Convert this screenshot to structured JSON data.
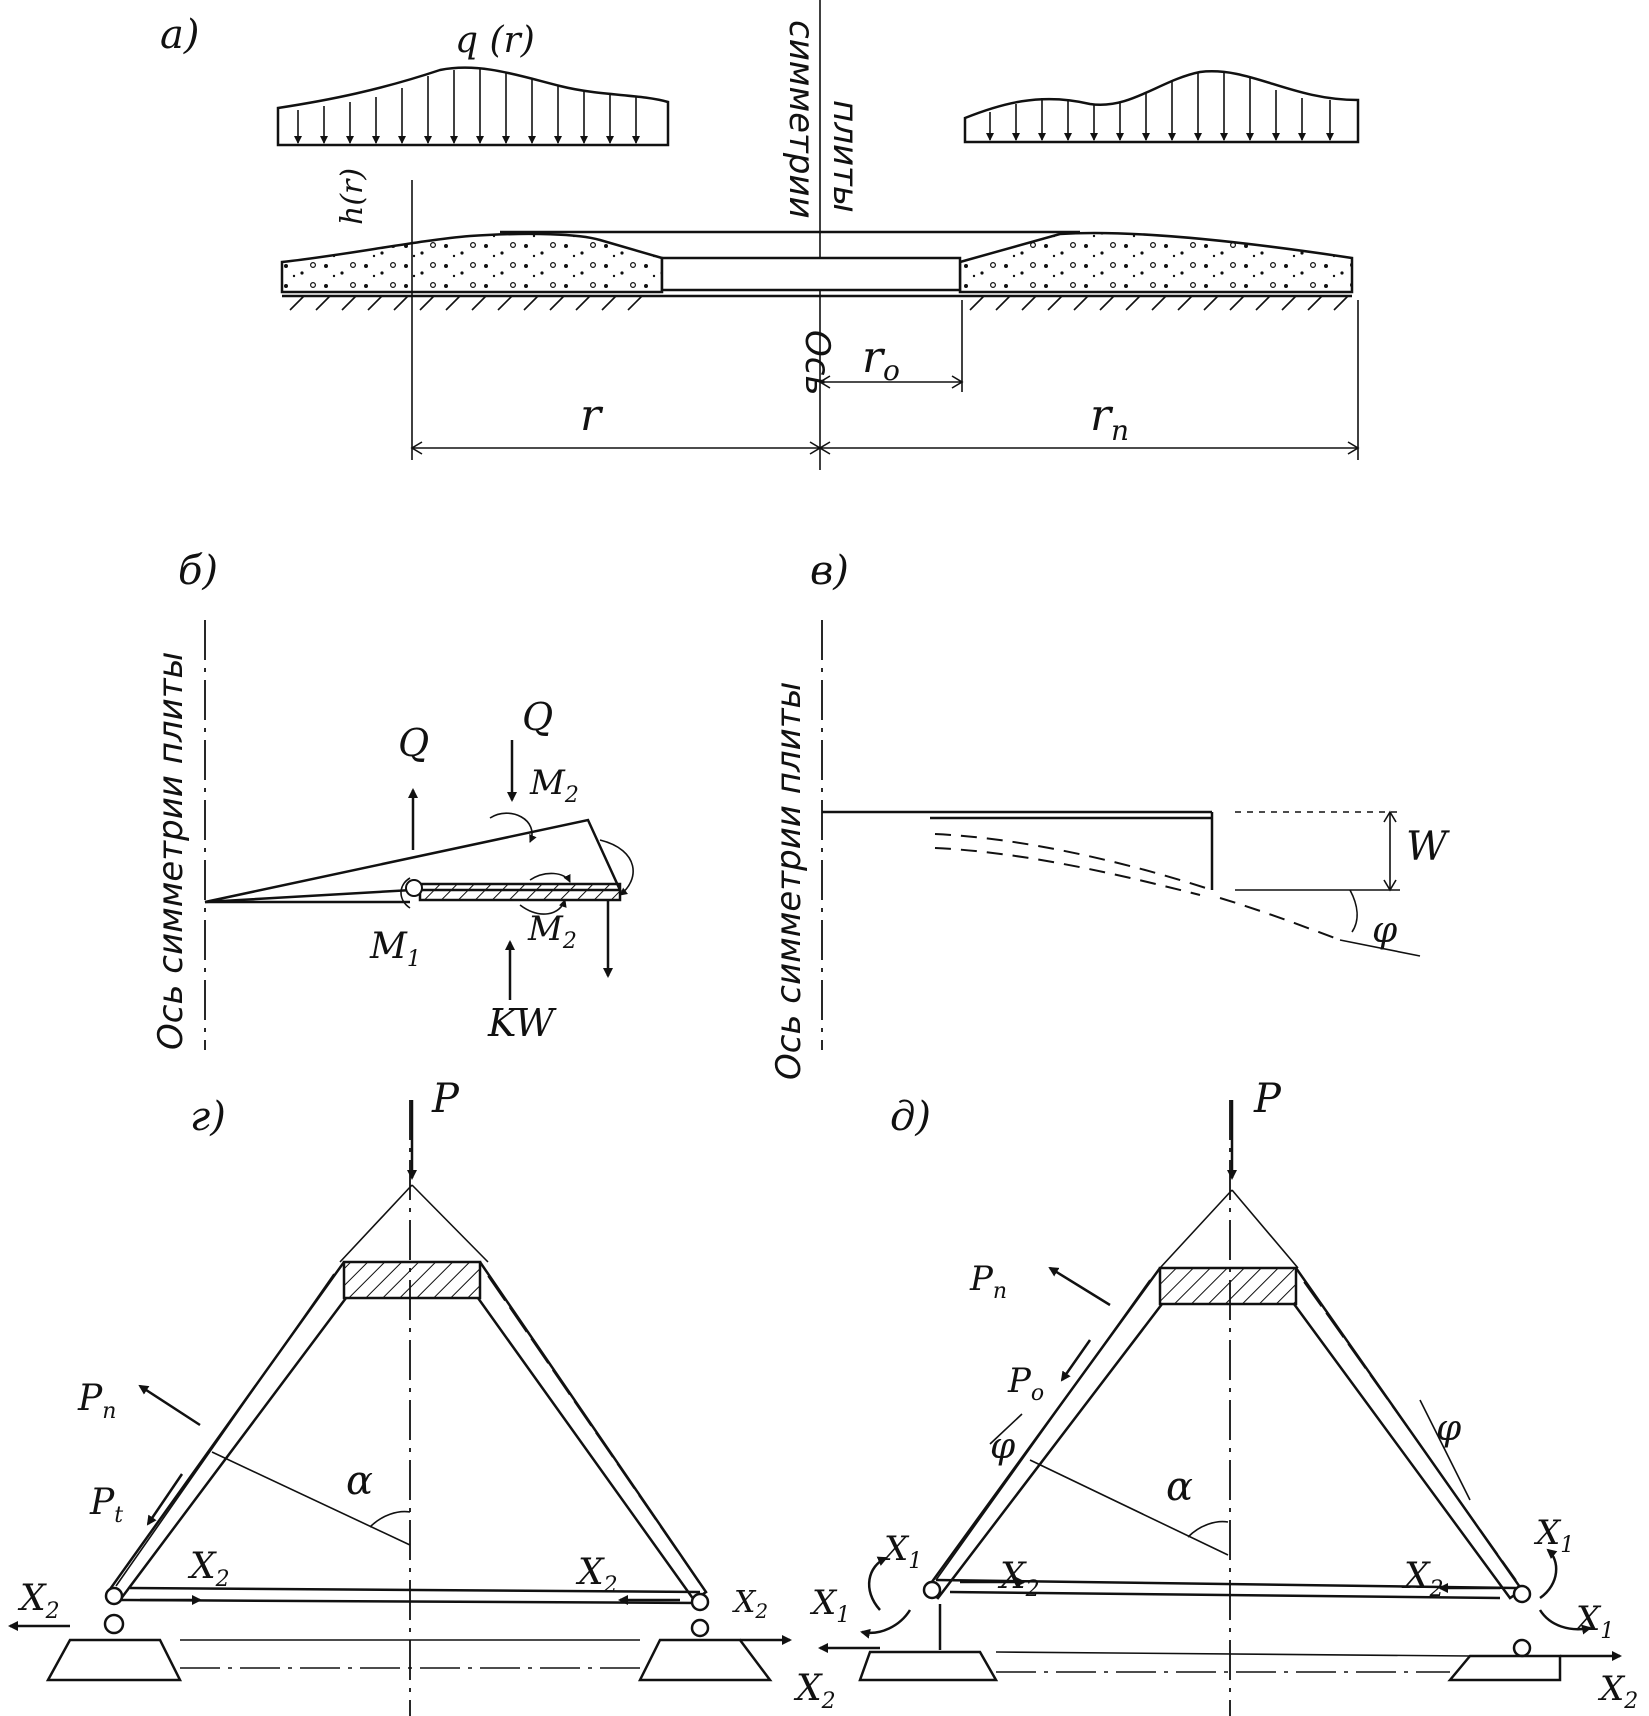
{
  "panels": {
    "a": "а)",
    "b": "б)",
    "v": "в)",
    "g": "г)",
    "d": "д)"
  },
  "panel_a": {
    "load_label": "q (r)",
    "height_label": "h(r)",
    "axis_line1": "Ось",
    "axis_line2": "симметрии",
    "axis_line3": "плиты",
    "r0_label": "r",
    "r0_sub": "o",
    "r_label": "r",
    "rn_label": "r",
    "rn_sub": "п"
  },
  "panel_b": {
    "axis_label": "Ось симметрии плиты",
    "Q_up": "Q",
    "Q_down": "Q",
    "M2_top": "M",
    "M2_top_sub": "2",
    "M1": "M",
    "M1_sub": "1",
    "M2_bottom": "M",
    "M2_bottom_sub": "2",
    "KW": "KW"
  },
  "panel_v": {
    "axis_label": "Ось симметрии плиты",
    "W": "W",
    "phi": "φ"
  },
  "panel_g": {
    "P": "P",
    "Pn": "P",
    "Pn_sub": "п",
    "Pt": "P",
    "Pt_sub": "t",
    "alpha": "α",
    "X2_a": "X",
    "X2_b": "X",
    "X2_c": "X",
    "X2_d": "X",
    "X2_e": "X",
    "sub2": "2"
  },
  "panel_d": {
    "P": "P",
    "Pn": "P",
    "Pn_sub": "п",
    "Po": "P",
    "Po_sub": "o",
    "phi_left": "φ",
    "phi_right": "φ",
    "alpha": "α",
    "X": "X",
    "sub1": "1",
    "sub2": "2"
  }
}
